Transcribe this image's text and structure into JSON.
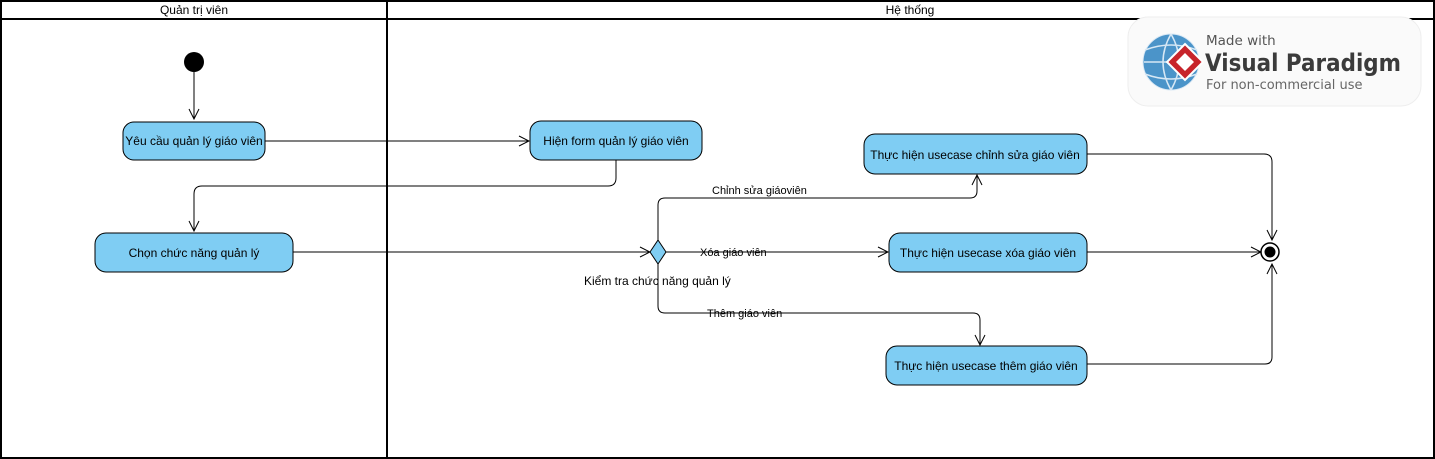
{
  "lanes": {
    "admin": "Quản trị viên",
    "system": "Hệ thống"
  },
  "nodes": {
    "request": "Yêu cầu quản lý giáo viên",
    "show_form": "Hiện form quản lý giáo  viên",
    "choose": "Chọn chức năng quản lý",
    "edit": "Thực hiện usecase chỉnh sửa giáo viên",
    "delete": "Thực hiện usecase xóa giáo viên",
    "add": "Thực hiện usecase thêm giáo viên"
  },
  "decision": {
    "label": "Kiểm tra chức năng quản lý"
  },
  "edges": {
    "edit": "Chỉnh sửa giáoviên",
    "delete": "Xóa giáo viên",
    "add": "Thêm giáo viên"
  },
  "watermark": {
    "made_with": "Made with",
    "brand": "Visual Paradigm",
    "note": "For non-commercial use",
    "icon": "visual-paradigm-logo-icon"
  },
  "colors": {
    "node_fill": "#7fcdf3",
    "line": "#000000"
  }
}
